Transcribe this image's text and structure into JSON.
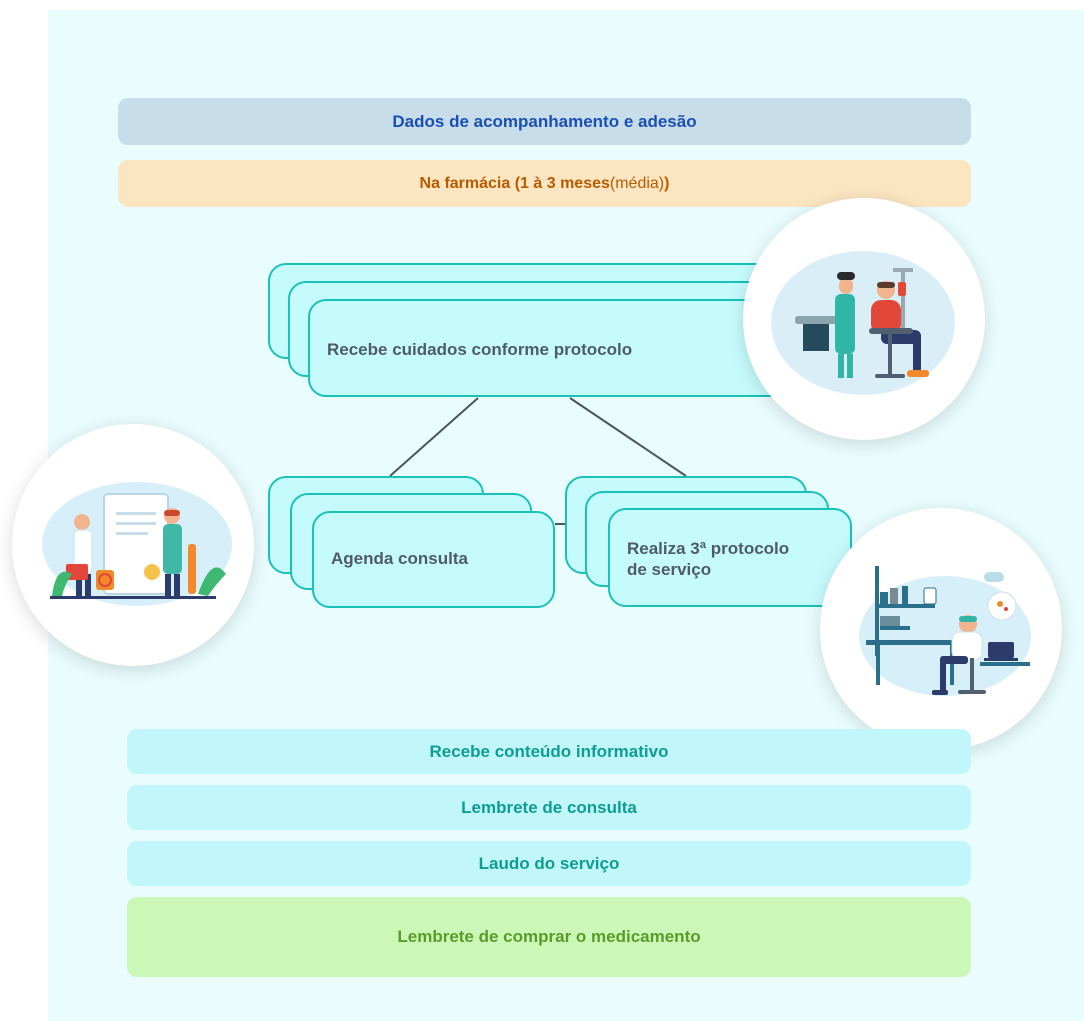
{
  "header": {
    "title": "Dados de acompanhamento e adesão",
    "subtitle_bold": "Na farmácia (1 à 3 meses",
    "subtitle_light": " (média)",
    "subtitle_close": ")"
  },
  "diagram": {
    "root": "Recebe cuidados conforme protocolo",
    "left_child": "Agenda consulta",
    "right_child_line1": "Realiza 3ª protocolo",
    "right_child_line2": "de serviço"
  },
  "bottom_bands": [
    "Recebe conteúdo informativo",
    "Lembrete de consulta",
    "Laudo do serviço"
  ],
  "final_band": "Lembrete de comprar o medicamento",
  "illustrations": {
    "top_right": "vaccination-illustration",
    "left": "pharmacy-doctors-illustration",
    "bottom_right": "lab-illustration"
  },
  "colors": {
    "panel_bg": "#eafdfe",
    "node_border": "#19c1b9",
    "node_fill": "#c6fbfd",
    "title_blue": "#1b4fb3",
    "subtitle_orange": "#b95b00",
    "band_teal_text": "#0e9e8f",
    "band_green_text": "#5c9a2c"
  }
}
